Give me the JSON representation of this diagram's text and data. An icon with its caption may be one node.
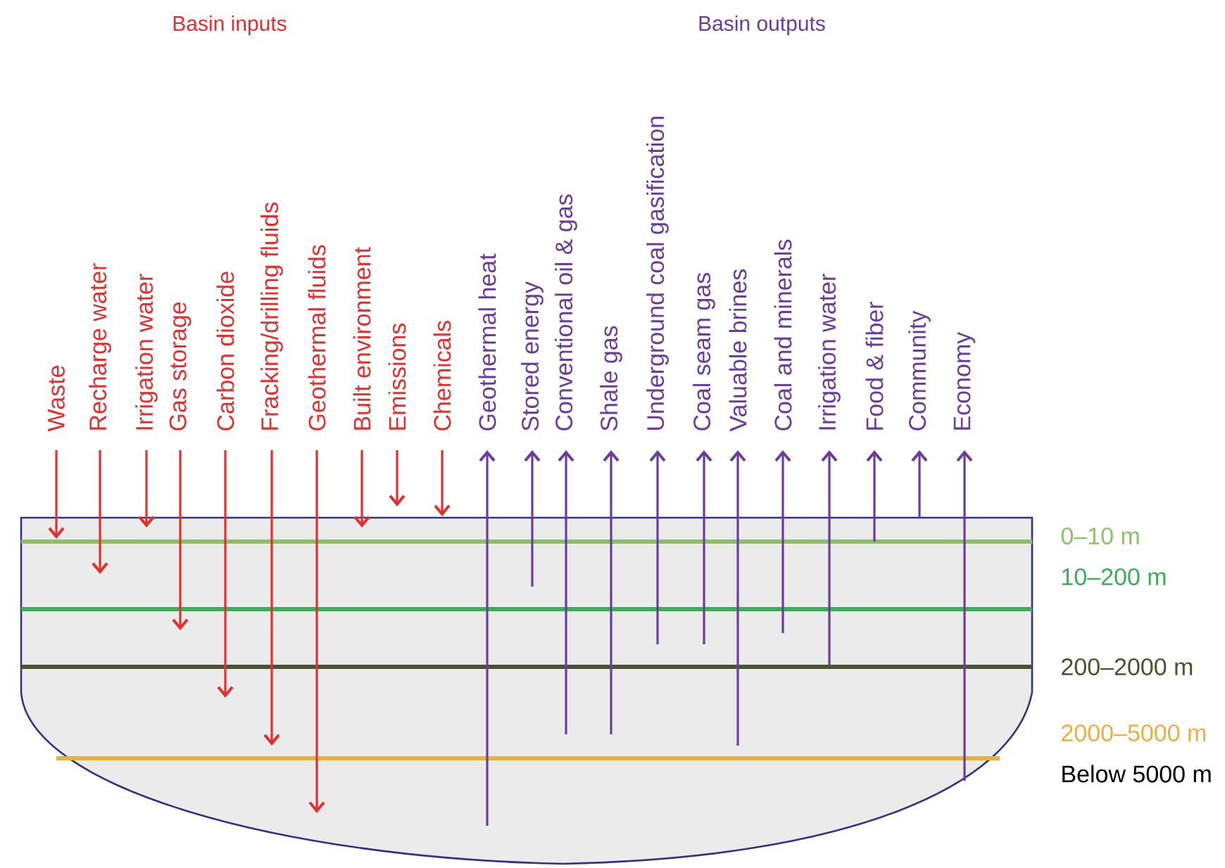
{
  "diagram": {
    "nodes": [
      {
        "text": [
          "Waste"
        ]
      },
      {
        "text": [
          "Recharge water"
        ]
      },
      {
        "text": [
          "Irrigation water"
        ]
      },
      {
        "text": [
          "Gas storage"
        ]
      },
      {
        "text": [
          "Carbon dioxide"
        ]
      },
      {
        "text": [
          "Fracking/drilling fluids"
        ]
      },
      {
        "text": [
          "Geothermal fluids"
        ]
      },
      {
        "text": [
          "Built environment"
        ]
      },
      {
        "text": [
          "Emissions"
        ]
      },
      {
        "text": [
          "Chemicals"
        ]
      },
      {
        "text": [
          "Geothermal heat"
        ]
      },
      {
        "text": [
          "Stored energy"
        ]
      },
      {
        "text": [
          "Conventional oil & gas"
        ]
      },
      {
        "text": [
          "Shale gas"
        ]
      },
      {
        "text": [
          "Underground coal gasification"
        ]
      },
      {
        "text": [
          "Coal seam gas"
        ]
      },
      {
        "text": [
          "Valuable brines"
        ]
      },
      {
        "text": [
          "Coal and minerals"
        ]
      },
      {
        "text": [
          "Irrigation water"
        ]
      },
      {
        "text": [
          "Food & fiber"
        ]
      },
      {
        "text": [
          "Community"
        ]
      },
      {
        "text": [
          "Economy"
        ]
      }
    ],
    "edges": [
      {
        "from": 0,
        "to": null,
        "arrow": "to",
        "color": "#e03030"
      },
      {
        "from": 1,
        "to": null,
        "arrow": "to",
        "color": "#e03030"
      },
      {
        "from": 2,
        "to": null,
        "arrow": "to",
        "color": "#e03030"
      },
      {
        "from": 3,
        "to": null,
        "arrow": "to",
        "color": "#e03030"
      },
      {
        "from": 4,
        "to": null,
        "arrow": "to",
        "color": "#e03030"
      },
      {
        "from": 5,
        "to": null,
        "arrow": "to",
        "color": "#e03030"
      },
      {
        "from": 6,
        "to": null,
        "arrow": "to",
        "color": "#e03030"
      },
      {
        "from": 7,
        "to": null,
        "arrow": "to",
        "color": "#e03030"
      },
      {
        "from": 8,
        "to": null,
        "arrow": "to",
        "color": "#e03030"
      },
      {
        "from": 9,
        "to": null,
        "arrow": "to",
        "color": "#e03030"
      },
      {
        "from": null,
        "to": 10,
        "arrow": "to"
      },
      {
        "from": null,
        "to": 11,
        "arrow": "to"
      },
      {
        "from": null,
        "to": 12,
        "arrow": "to"
      },
      {
        "from": null,
        "to": 13,
        "arrow": "to"
      },
      {
        "from": null,
        "to": 14,
        "arrow": "to"
      },
      {
        "from": null,
        "to": 15,
        "arrow": "to"
      },
      {
        "from": null,
        "to": 16,
        "arrow": "to"
      },
      {
        "from": null,
        "to": 17,
        "arrow": "to"
      },
      {
        "from": null,
        "to": 18,
        "arrow": "to"
      },
      {
        "from": null,
        "to": 19,
        "arrow": "to"
      },
      {
        "from": null,
        "to": 20,
        "arrow": "to"
      },
      {
        "from": null,
        "to": 21,
        "arrow": "to"
      }
    ],
    "labels": [
      "Basin inputs",
      "Basin outputs",
      "0–10 m",
      "10–200 m",
      "200–2000 m",
      "2000–5000 m",
      "Below 5000 m"
    ]
  }
}
